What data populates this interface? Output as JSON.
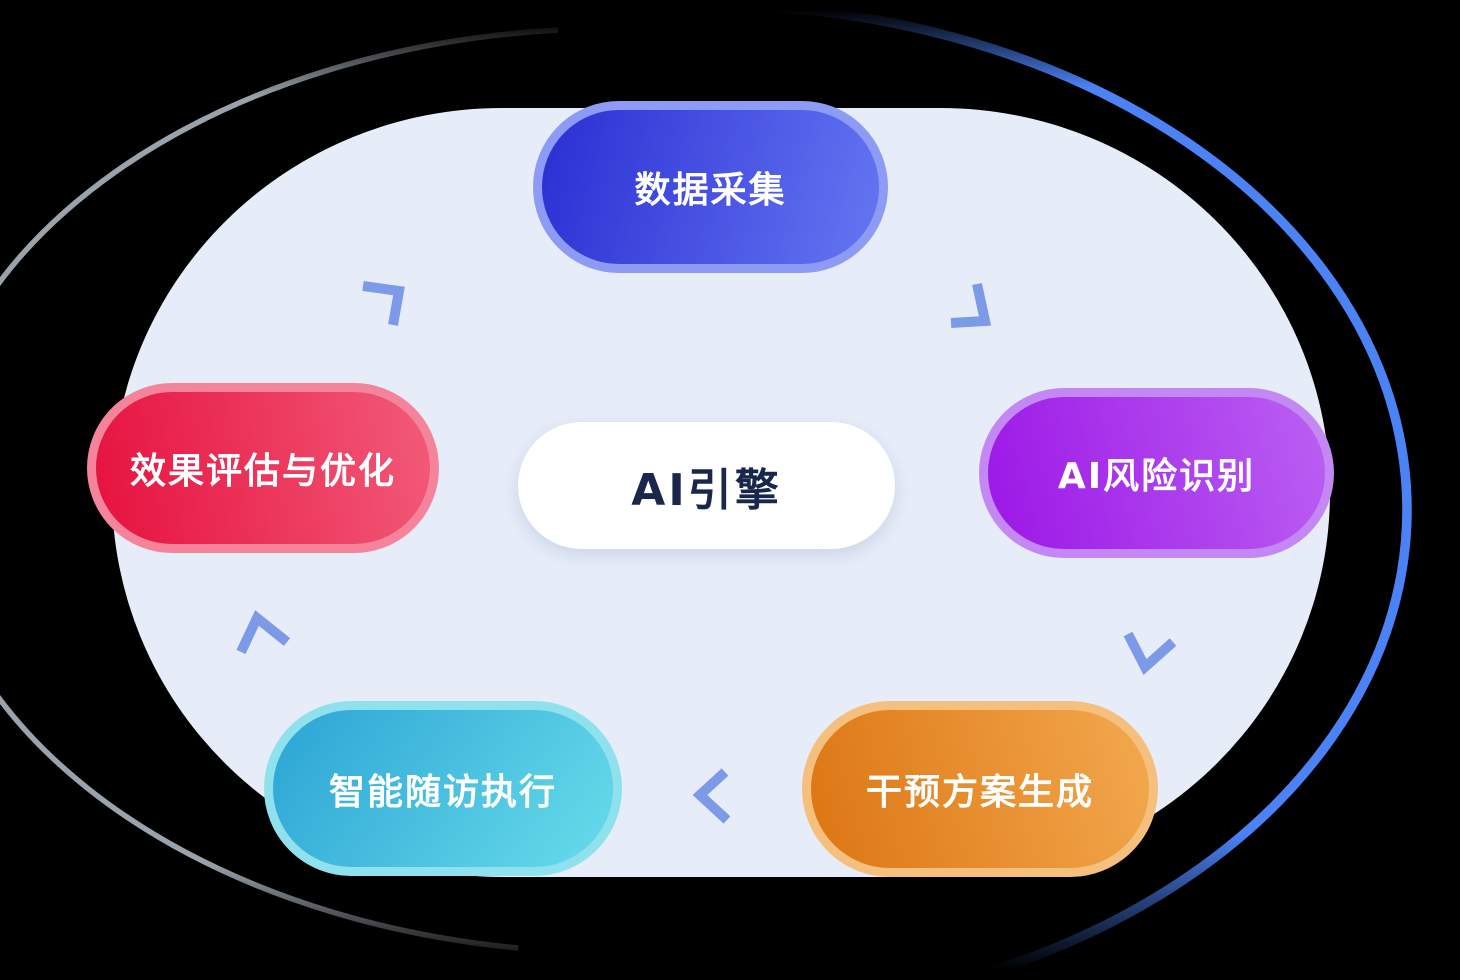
{
  "diagram": {
    "center_node": {
      "label": "AI引擎",
      "background": "#ffffff",
      "text_color": "#18274b"
    },
    "label_color": "#ffffff",
    "nodes": [
      {
        "id": "data-collection",
        "label": "数据采集",
        "gradient_angle": "105deg",
        "gradient_from": "#2a2ed3",
        "gradient_to": "#6577f2",
        "ring_color": "#8e9bf5"
      },
      {
        "id": "ai-risk-identification",
        "label": "AI风险识别",
        "gradient_angle": "75deg",
        "gradient_from": "#9c16e6",
        "gradient_to": "#bb60f3",
        "ring_color": "#c488f5"
      },
      {
        "id": "intervention-plan-generation",
        "label": "干预方案生成",
        "gradient_angle": "75deg",
        "gradient_from": "#dc7513",
        "gradient_to": "#f3a94e",
        "ring_color": "#f5bf7e"
      },
      {
        "id": "smart-followup-execution",
        "label": "智能随访执行",
        "gradient_angle": "125deg",
        "gradient_from": "#2ba4d5",
        "gradient_to": "#68dcea",
        "ring_color": "#8fe1ee"
      },
      {
        "id": "effect-evaluation-optimization",
        "label": "效果评估与优化",
        "gradient_angle": "80deg",
        "gradient_from": "#e6113f",
        "gradient_to": "#f25b79",
        "ring_color": "#f4849b"
      }
    ],
    "flow_chevron_color": "#7d9ae8",
    "arc_left_color": "#9aa2ab",
    "arc_right_color": "#4b83f7",
    "blob_color": "#e7edf8"
  }
}
